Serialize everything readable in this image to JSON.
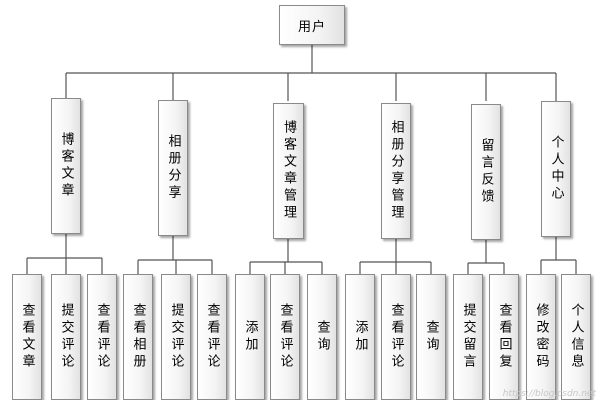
{
  "diagram": {
    "root": {
      "label": "用户"
    },
    "branches": [
      {
        "label": "博客文章",
        "children": [
          "查看文章",
          "提交评论",
          "查看评论"
        ]
      },
      {
        "label": "相册分享",
        "children": [
          "查看相册",
          "提交评论",
          "查看评论"
        ]
      },
      {
        "label": "博客文章管理",
        "children": [
          "添加",
          "查看评论",
          "查询"
        ]
      },
      {
        "label": "相册分享管理",
        "children": [
          "添加",
          "查看评论",
          "查询"
        ]
      },
      {
        "label": "留言反馈",
        "children": [
          "提交留言",
          "查看回复"
        ]
      },
      {
        "label": "个人中心",
        "children": [
          "修改密码",
          "个人信息"
        ]
      }
    ]
  },
  "watermark": "https://blog.csdn.net"
}
